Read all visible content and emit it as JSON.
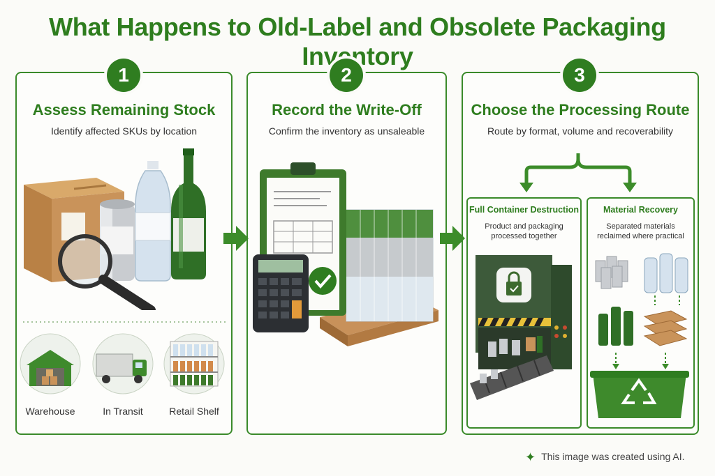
{
  "title": "What Happens to Old-Label and Obsolete Packaging Inventory",
  "steps": [
    {
      "number": "1",
      "title": "Assess Remaining Stock",
      "subtitle": "Identify affected SKUs by location",
      "locations": [
        "Warehouse",
        "In Transit",
        "Retail Shelf"
      ]
    },
    {
      "number": "2",
      "title": "Record the Write-Off",
      "subtitle": "Confirm the inventory as unsaleable"
    },
    {
      "number": "3",
      "title": "Choose the Processing Route",
      "subtitle": "Route by format, volume and recoverability",
      "routes": [
        {
          "title": "Full Container Destruction",
          "line1": "Product and packaging",
          "line2": "processed together"
        },
        {
          "title": "Material Recovery",
          "line1": "Separated materials",
          "line2": "reclaimed where practical"
        }
      ]
    }
  ],
  "footer": {
    "text": "This image was created using AI."
  },
  "colors": {
    "brand_green": "#2f7d20",
    "title_green": "#2e7d1e",
    "panel_border": "#3a8a2a"
  }
}
